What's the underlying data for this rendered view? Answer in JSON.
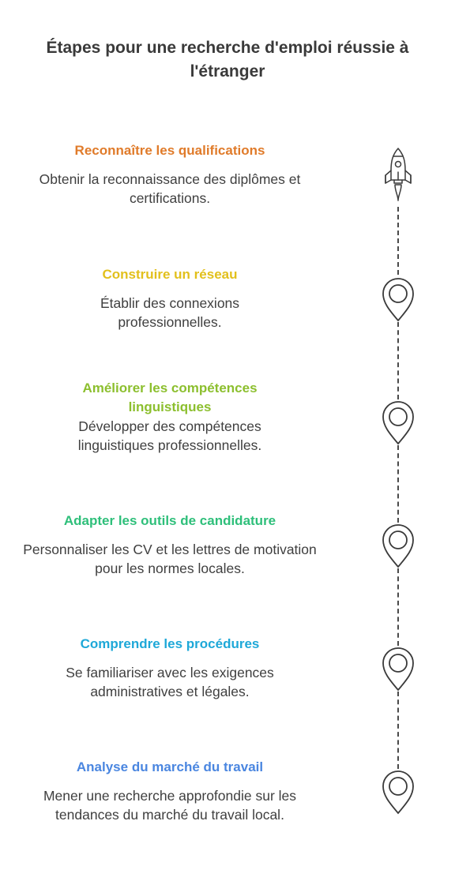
{
  "title": "Étapes pour une recherche d'emploi réussie à l'étranger",
  "steps": [
    {
      "title": "Reconnaître les qualifications",
      "description": "Obtenir la reconnaissance des diplômes et certifications.",
      "color": "#e07b2a",
      "icon": "rocket-icon"
    },
    {
      "title": "Construire un réseau",
      "description": "Établir des connexions professionnelles.",
      "color": "#e2c01c",
      "icon": "map-pin-icon"
    },
    {
      "title": "Améliorer les compétences linguistiques",
      "description": "Développer des compétences linguistiques professionnelles.",
      "color": "#8cbf2e",
      "icon": "map-pin-icon"
    },
    {
      "title": "Adapter les outils de candidature",
      "description": "Personnaliser les CV et les lettres de motivation pour les normes locales.",
      "color": "#2ebf7a",
      "icon": "map-pin-icon"
    },
    {
      "title": "Comprendre les procédures",
      "description": "Se familiariser avec les exigences administratives et légales.",
      "color": "#1ea8d8",
      "icon": "map-pin-icon"
    },
    {
      "title": "Analyse du marché du travail",
      "description": "Mener une recherche approfondie sur les tendances du marché du travail local.",
      "color": "#4a86e0",
      "icon": "map-pin-icon"
    }
  ]
}
